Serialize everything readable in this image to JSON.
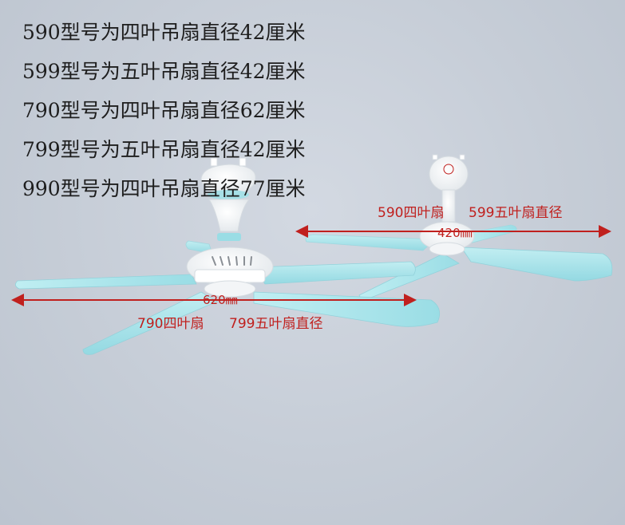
{
  "specs": [
    "590型号为四叶吊扇直径42厘米",
    "599型号为五叶吊扇直径42厘米",
    "790型号为四叶吊扇直径62厘米",
    "799型号为五叶吊扇直径42厘米",
    "990型号为四叶吊扇直径77厘米"
  ],
  "small_fan": {
    "label_four_blade": "590四叶扇",
    "label_five_blade": "599五叶扇直径",
    "diameter": "420㎜"
  },
  "large_fan": {
    "label_four_blade": "790四叶扇",
    "label_five_blade": "799五叶扇直径",
    "diameter": "620㎜"
  },
  "colors": {
    "blade": "#aee6ec",
    "body": "#ffffff",
    "accent": "#8fdde6",
    "dimension": "#c0201e",
    "text": "#1e1e1e"
  }
}
